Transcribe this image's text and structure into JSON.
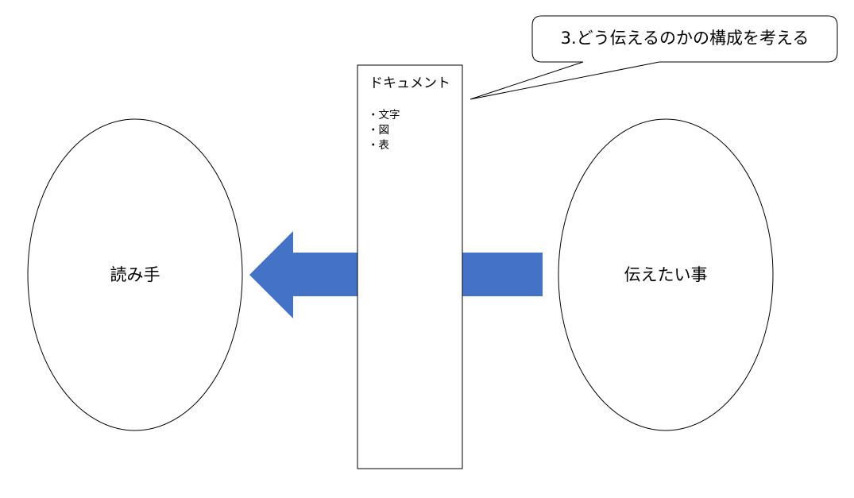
{
  "callout": {
    "text": "3.どう伝えるのかの構成を考える"
  },
  "document": {
    "title": "ドキュメント",
    "items": [
      "文字",
      "図",
      "表"
    ]
  },
  "reader": {
    "label": "読み手"
  },
  "message": {
    "label": "伝えたい事"
  },
  "colors": {
    "arrow": "#4472C4",
    "stroke": "#000000",
    "background": "#FFFFFF"
  }
}
